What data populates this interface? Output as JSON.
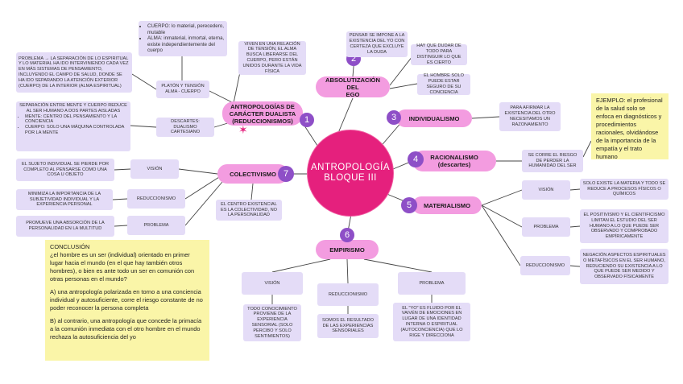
{
  "center": {
    "title_line1": "ANTROPOLOGÍA",
    "title_line2": "BLOQUE III"
  },
  "branches": {
    "b1": {
      "number": "1",
      "label_line1": "ANTROPOLOGÍAS DE",
      "label_line2": "CARÁCTER DUALISTA",
      "label_line3": "(REDUCCIONISMOS)"
    },
    "b2": {
      "number": "2",
      "label_line1": "ABSOLUTIZACIÓN DEL",
      "label_line2": "EGO"
    },
    "b3": {
      "number": "3",
      "label": "INDIVIDUALISMO"
    },
    "b4": {
      "number": "4",
      "label_line1": "RACIONALISMO",
      "label_line2": "(descartes)"
    },
    "b5": {
      "number": "5",
      "label": "MATERIALISMO"
    },
    "b6": {
      "number": "6",
      "label": "EMPIRISMO"
    },
    "b7": {
      "number": "7",
      "label": "COLECTIVISMO"
    }
  },
  "dualismo": {
    "cuerpo_alma": [
      "CUERPO: lo material, perecedero, mutable",
      "ALMA: inmaterial, inmortal, eterna, existe independientemente del cuerpo"
    ],
    "platon_label": "PLATÓN Y TENSIÓN ALMA - CUERPO",
    "platon_desc": "VIVEN EN UNA RELACIÓN DE TENSIÓN, EL ALMA BUSCA LIBERARSE DEL CUERPO, PERO ESTÁN UNIDOS DURANTE LA VIDA FÍSICA",
    "problema_desc": "PROBLEMA → LA SEPARACIÓN DE LO ESPIRITUAL Y LO MATERIAL HA IDO INTERVINIENDO CADA VEZ EN MÁS SISTEMAS DE PENSAMIENTO, INCLUYENDO EL CAMPO DE SALUD, DONDE SE HA IDO SEPARANDO LA ATENCIÓN EXTERIOR (CUERPO) DE LA INTERIOR (ALMA ESPIRITUAL)",
    "descartes_label": "DESCARTES: DUALISMO CARTESIANO",
    "descartes_intro": "SEPARACIÓN ENTRE MENTE Y CUERPO REDUCE AL SER HUMANO A DOS PARTES AISLADAS",
    "descartes_items": [
      "MENTE: CENTRO DEL PENSAMIENTO Y LA CONCIENCIA",
      "CUERPO: SOLO UNA MÁQUINA CONTROLADA POR LA MENTE"
    ]
  },
  "ego": {
    "pensar": "PENSAR SE IMPONE A LA EXISTENCIA DEL YO CON CERTEZA QUE EXCLUYE LA DUDA",
    "dudar": "HAY QUE DUDAR DE TODO PARA DISTINGUIR LO QUE ES CIERTO",
    "hombre": "EL HOMBRE SOLO PUEDE ESTAR SEGURO DE SU CONCIENCIA"
  },
  "individualismo": {
    "desc": "PARA AFIRMAR LA EXISTENCIA DEL OTRO NECESITAMOS UN RAZONAMIENTO"
  },
  "racionalismo": {
    "desc": "SE CORRE EL RIESGO DE PERDER LA HUMANIDAD DEL SER",
    "ejemplo_label": "EJEMPLO:",
    "ejemplo_text": "el profesional de la salud solo se enfoca en diagnósticos y procedimientos racionales, olvidándose de la importancia de la empatía y el trato humano"
  },
  "materialismo": {
    "vision_label": "VISIÓN",
    "vision_desc": "SOLO EXISTE LA MATERIA Y TODO SE REDUCE A PROCESOS FÍSICOS O QUÍMICOS",
    "problema_label": "PROBLEMA",
    "problema_desc": "EL POSITIVISMO Y EL CIENTIFICISMO LIMITAN EL ESTUDIO DEL SER HUMANO A LO QUE PUEDE SER OBSERVADO Y COMPROBADO EMPÍRICAMENTE",
    "reduccionismo_label": "REDUCCIONISMO",
    "reduccionismo_desc": "NEGACIÓN ASPECTOS ESPIRITUALES O METAFÍSICOS EN EL SER HUMANO, REDUCIENDO SU EXISTENCIA A LO QUE PUEDE SER MEDIDO Y OBSERVADO FÍSICAMENTE"
  },
  "empirismo": {
    "vision_label": "VISIÓN",
    "vision_desc": "TODO CONOCIMIENTO PROVIENE DE LA EXPERIENCIA SENSORIAL (SOLO PERCIBO Y SOLO SENTIMIENTOS)",
    "reduccionismo_label": "REDUCCIONISMO",
    "reduccionismo_desc": "SOMOS EL RESULTADO DE LAS EXPERIENCIAS SENSORIALES",
    "problema_label": "PROBLEMA",
    "problema_desc": "EL \"YO\" ES FLUIDO POR EL VAIVÉN DE EMOCIONES EN LUGAR DE UNA IDENTIDAD INTERNA O ESPIRITUAL (AUTOCONCIENCIA) QUE LO RIGE Y DIRECCIONA"
  },
  "colectivismo": {
    "vision_label": "VISIÓN",
    "vision_desc": "EL SUJETO INDIVIDUAL SE PIERDE POR COMPLETO AL PENSARSE COMO UNA COSA U OBJETO",
    "reduccionismo_label": "REDUCCIONISMO",
    "reduccionismo_desc": "MINIMIZA LA IMPORTANCIA DE LA SUBJETIVIDAD INDIVIDUAL Y LA EXPERIENCIA PERSONAL",
    "problema_label": "PROBLEMA",
    "problema_desc": "PROMUEVE UNA ABSORCIÓN DE LA PERSONALIDAD EN LA MULTITUD",
    "centro_desc": "EL CENTRO EXISTENCIAL ES LA COLECTIVIDAD, NO LA PERSONALIDAD"
  },
  "conclusion": {
    "title": "CONCLUSIÓN",
    "p1": "¿el hombre es un ser (individual) orientado en primer lugar hacia el mundo (en el que hay también otros hombres), o bien es ante todo un ser en comunión con otras personas en el mundo?",
    "p2": "A) una antropología polarizada en torno a una conciencia individual y autosuficiente, corre el riesgo constante de no poder reconocer la persona completa",
    "p3": "B) al contrario, una antropología que concede la primacía a la comunión inmediata con el otro hombre en el mundo rechaza la autosuficiencia del yo"
  },
  "colors": {
    "center": "#e5207d",
    "branch": "#f39ce0",
    "number": "#8e4fc7",
    "leaf": "#e4dcf7",
    "note": "#faf5a8",
    "line": "#444444"
  }
}
